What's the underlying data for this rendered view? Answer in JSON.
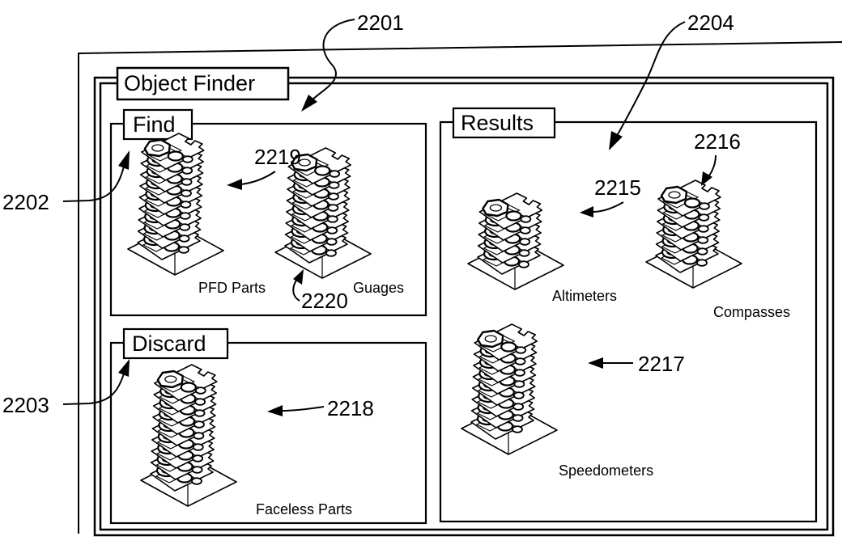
{
  "window": {
    "title": "Object Finder"
  },
  "panels": {
    "find": {
      "title": "Find"
    },
    "discard": {
      "title": "Discard"
    },
    "results": {
      "title": "Results"
    }
  },
  "stacks": [
    {
      "id": "pfd_parts",
      "caption": "PFD Parts",
      "panel": "find",
      "layers": 9
    },
    {
      "id": "guages",
      "caption": "Guages",
      "panel": "find",
      "layers": 8
    },
    {
      "id": "faceless_parts",
      "caption": "Faceless Parts",
      "panel": "discard",
      "layers": 9
    },
    {
      "id": "altimeters",
      "caption": "Altimeters",
      "panel": "results",
      "layers": 5
    },
    {
      "id": "compasses",
      "caption": "Compasses",
      "panel": "results",
      "layers": 6
    },
    {
      "id": "speedometers",
      "caption": "Speedometers",
      "panel": "results",
      "layers": 8
    }
  ],
  "reference_numerals": {
    "window": "2201",
    "find_panel": "2202",
    "discard_panel": "2203",
    "results_panel": "2204",
    "altimeters": "2215",
    "compasses": "2216",
    "speedometers": "2217",
    "faceless_parts": "2218",
    "pfd_parts": "2219",
    "guages_gap": "2220"
  }
}
